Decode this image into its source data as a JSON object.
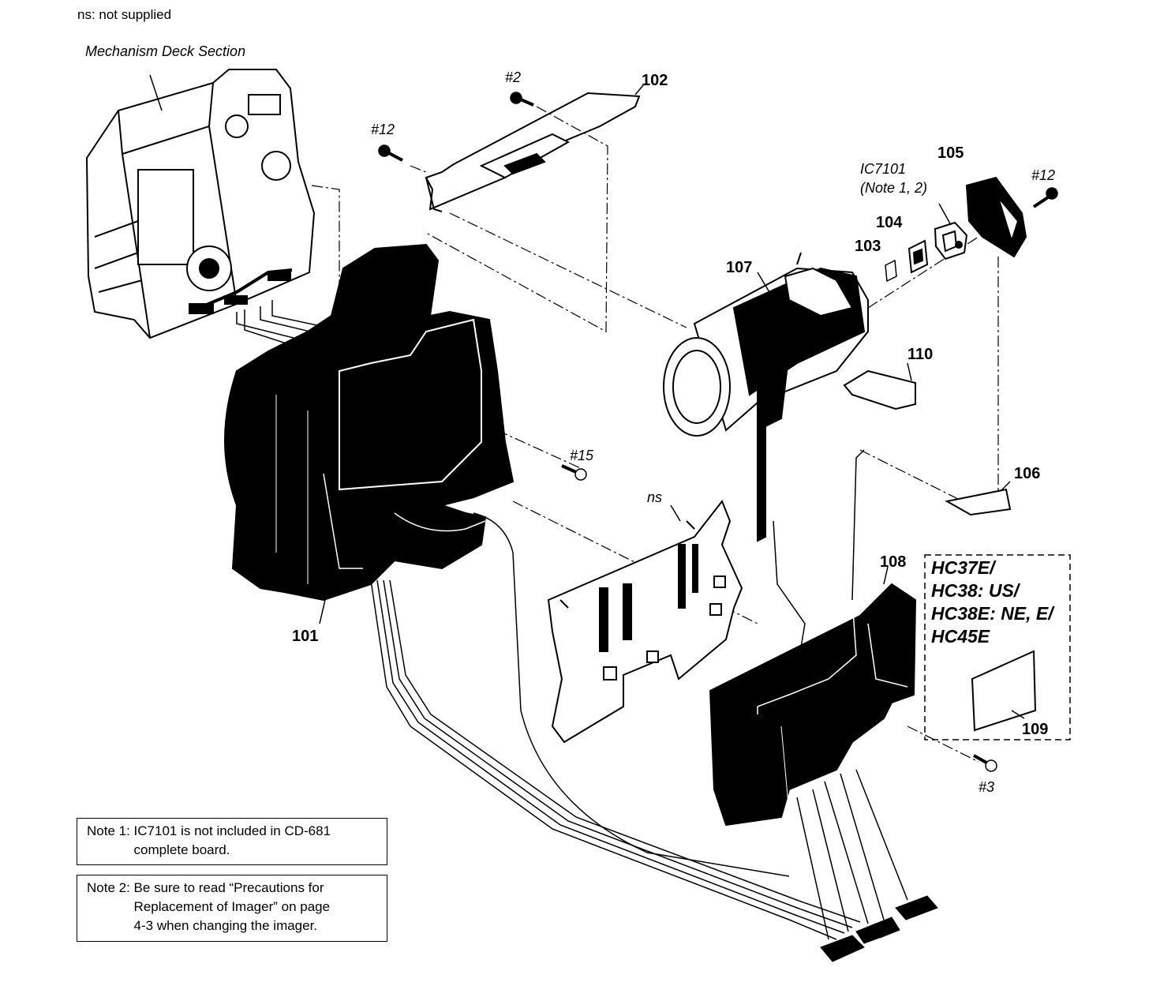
{
  "header": {
    "legend": "ns: not supplied"
  },
  "section_title": "Mechanism Deck Section",
  "parts": {
    "p101": "101",
    "p102": "102",
    "p103": "103",
    "p104": "104",
    "p105": "105",
    "p106": "106",
    "p107": "107",
    "p108": "108",
    "p109": "109",
    "p110": "110"
  },
  "ic": {
    "name": "IC7101",
    "note_ref": "(Note 1, 2)"
  },
  "screws": {
    "s2": "#2",
    "s12a": "#12",
    "s12b": "#12",
    "s15": "#15",
    "s3": "#3"
  },
  "ns_label": "ns",
  "models": [
    "HC37E/",
    "HC38: US/",
    "HC38E: NE, E/",
    "HC45E"
  ],
  "notes": [
    {
      "head": "Note 1: ",
      "lines": [
        "IC7101 is not included in CD-681",
        "complete board."
      ]
    },
    {
      "head": "Note 2: ",
      "lines": [
        "Be sure to read “Precautions for",
        "Replacement of Imager” on page",
        "4-3 when changing the imager."
      ]
    }
  ]
}
